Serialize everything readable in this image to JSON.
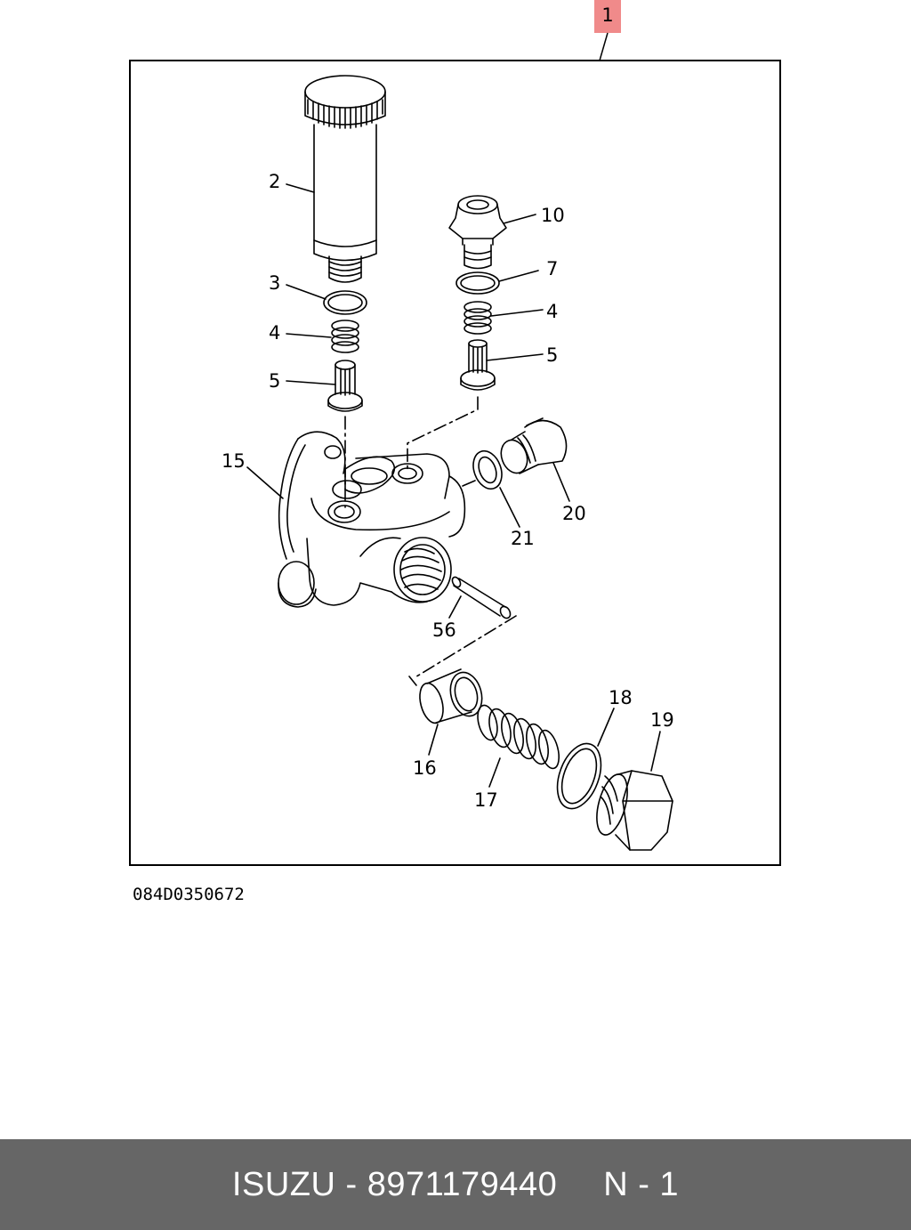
{
  "diagram": {
    "assembly_callout": "1",
    "drawing_code": "084D0350672",
    "callouts": {
      "primer_pump_body": "2",
      "gasket_left": "3",
      "spring_left": "4",
      "valve_left": "5",
      "connector": "10",
      "gasket_right": "7",
      "spring_right": "4",
      "valve_right": "5",
      "pump_housing": "15",
      "washer": "21",
      "plug": "20",
      "pin": "56",
      "piston": "16",
      "piston_spring": "17",
      "o_ring": "18",
      "cap_nut": "19"
    }
  },
  "footer": {
    "brand": "ISUZU - 8971179440",
    "note": "N - 1"
  },
  "colors": {
    "highlight": "#f08a8a",
    "footer_bg": "#666666",
    "footer_text": "#ffffff"
  }
}
